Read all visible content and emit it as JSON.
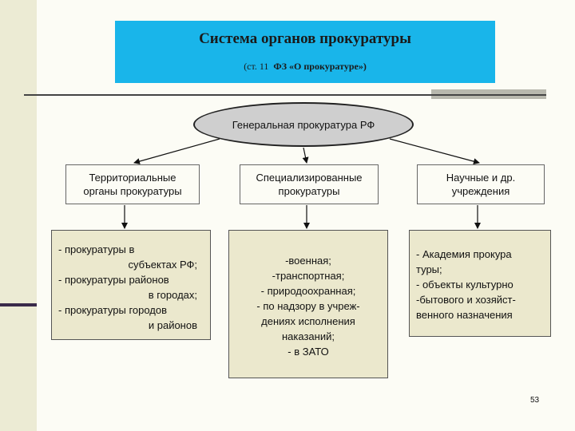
{
  "title": "Система органов прокуратуры",
  "subtitle_prefix": "(ст. 11",
  "subtitle_law": "ФЗ «О прокуратуре»)",
  "root": "Генеральная прокуратура РФ",
  "branches": [
    {
      "header_lines": [
        "Территориальные",
        "органы прокуратуры"
      ],
      "items": [
        "- прокуратуры в",
        "субъектах РФ;",
        "- прокуратуры районов",
        "в городах;",
        "- прокуратуры городов",
        "и районов"
      ]
    },
    {
      "header_lines": [
        "Специализированные",
        "прокуратуры"
      ],
      "items": [
        "-военная;",
        "-транспортная;",
        "- природоохранная;",
        "- по надзору в учреж-",
        "дениях исполнения",
        "наказаний;",
        "- в ЗАТО"
      ]
    },
    {
      "header_lines": [
        "Научные и др.",
        "учреждения"
      ],
      "items": [
        "- Академия прокура",
        "туры;",
        "- объекты культурно",
        "-бытового и хозяйст-",
        "венного назначения"
      ]
    }
  ],
  "page_number": "53"
}
